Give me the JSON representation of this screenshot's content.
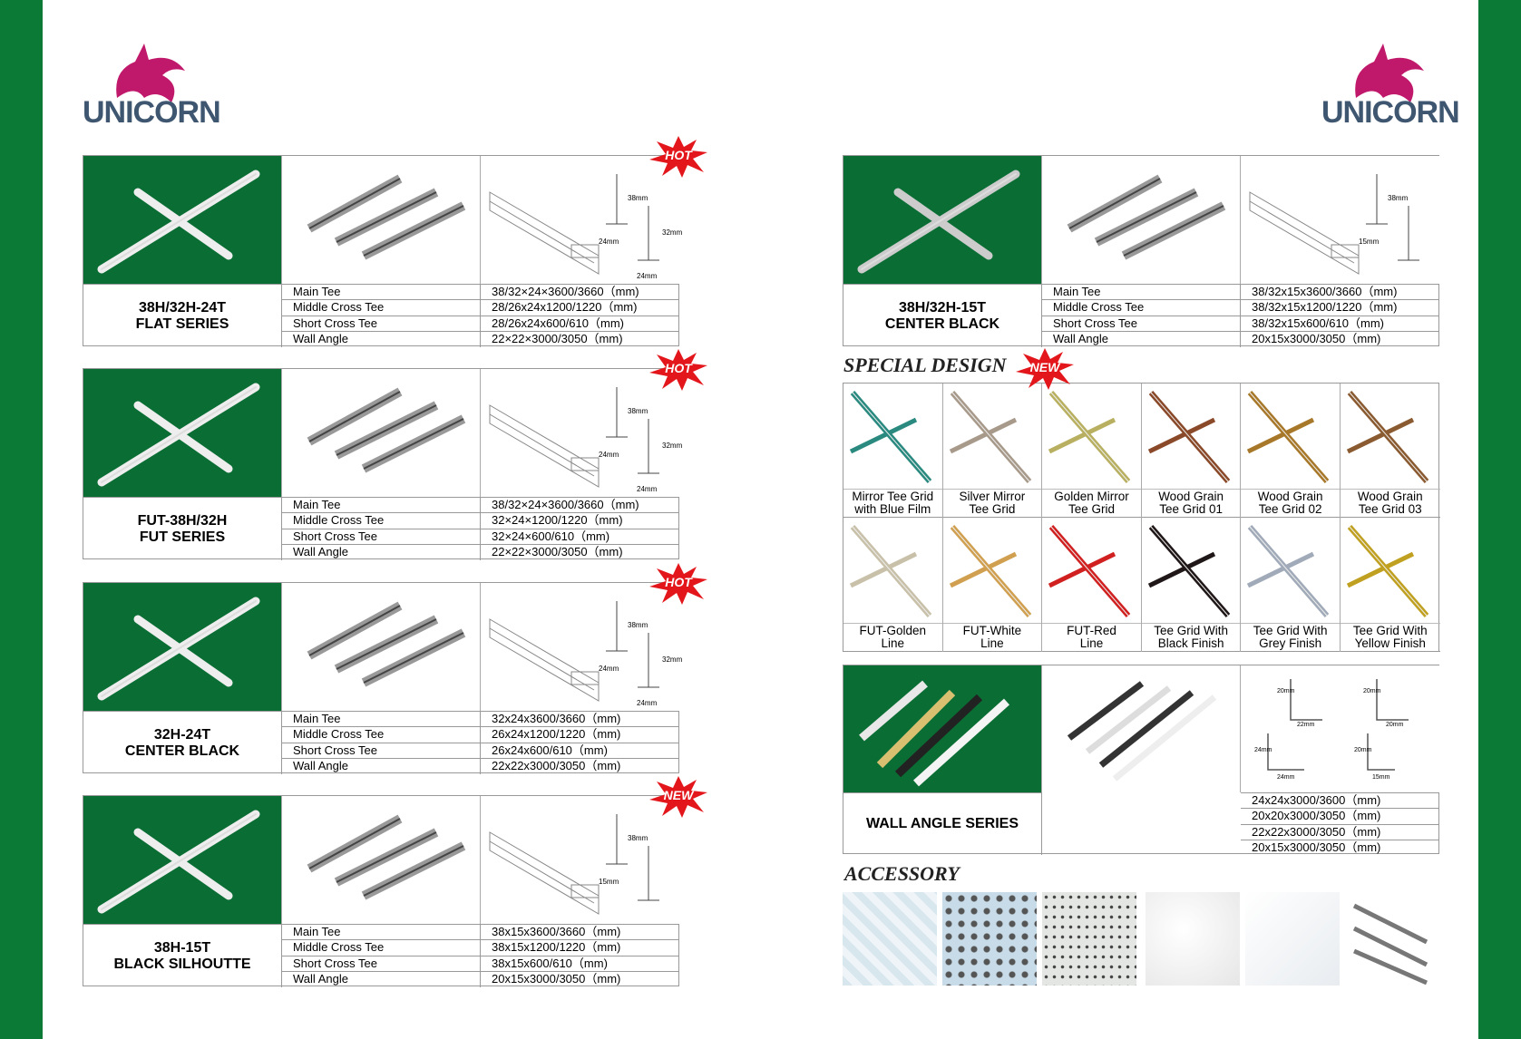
{
  "brand": "UNICORN",
  "colors": {
    "green": "#0a7a36",
    "badge_red": "#e3161b",
    "logo_magenta": "#c0186a",
    "logo_text": "#3e5670"
  },
  "left_blocks": [
    {
      "badge": "HOT",
      "title": [
        "38H/32H-24T",
        "FLAT SERIES"
      ],
      "drawing_labels": [
        "38mm",
        "24mm",
        "32mm",
        "24mm"
      ],
      "rows": [
        [
          "Main Tee",
          "38/32×24×3600/3660（mm)"
        ],
        [
          "Middle Cross Tee",
          "28/26x24x1200/1220（mm)"
        ],
        [
          "Short Cross Tee",
          "28/26x24x600/610（mm)"
        ],
        [
          "Wall Angle",
          "22×22×3000/3050（mm)"
        ]
      ]
    },
    {
      "badge": "HOT",
      "title": [
        "FUT-38H/32H",
        "FUT SERIES"
      ],
      "drawing_labels": [
        "38mm",
        "24mm",
        "32mm",
        "24mm"
      ],
      "rows": [
        [
          "Main Tee",
          "38/32×24×3600/3660（mm)"
        ],
        [
          "Middle Cross Tee",
          "32×24×1200/1220（mm)"
        ],
        [
          "Short Cross Tee",
          "32×24×600/610（mm)"
        ],
        [
          "Wall Angle",
          "22×22×3000/3050（mm)"
        ]
      ]
    },
    {
      "badge": "HOT",
      "title": [
        "32H-24T",
        "CENTER BLACK"
      ],
      "drawing_labels": [
        "38mm",
        "24mm",
        "32mm",
        "24mm"
      ],
      "rows": [
        [
          "Main Tee",
          "32x24x3600/3660（mm)"
        ],
        [
          "Middle Cross Tee",
          "26x24x1200/1220（mm)"
        ],
        [
          "Short Cross Tee",
          "26x24x600/610（mm)"
        ],
        [
          "Wall Angle",
          "22x22x3000/3050（mm)"
        ]
      ]
    },
    {
      "badge": "NEW",
      "title": [
        "38H-15T",
        "BLACK SILHOUTTE"
      ],
      "drawing_labels": [
        "38mm",
        "15mm"
      ],
      "rows": [
        [
          "Main Tee",
          "38x15x3600/3660（mm)"
        ],
        [
          "Middle Cross Tee",
          "38x15x1200/1220（mm)"
        ],
        [
          "Short Cross Tee",
          "38x15x600/610（mm)"
        ],
        [
          "Wall Angle",
          "20x15x3000/3050（mm)"
        ]
      ]
    }
  ],
  "right_block": {
    "title": [
      "38H/32H-15T",
      "CENTER BLACK"
    ],
    "drawing_labels": [
      "38mm",
      "15mm"
    ],
    "rows": [
      [
        "Main Tee",
        "38/32x15x3600/3660（mm)"
      ],
      [
        "Middle Cross Tee",
        "38/32x15x1200/1220（mm)"
      ],
      [
        "Short Cross Tee",
        "38/32x15x600/610（mm)"
      ],
      [
        "Wall Angle",
        "20x15x3000/3050（mm)"
      ]
    ]
  },
  "special_design": {
    "heading": "SPECIAL DESIGN",
    "badge": "NEW",
    "items": [
      {
        "label": [
          "Mirror Tee Grid",
          "with Blue Film"
        ],
        "color": "#2a8a80"
      },
      {
        "label": [
          "Silver Mirror",
          "Tee Grid"
        ],
        "color": "#a89a8a"
      },
      {
        "label": [
          "Golden Mirror",
          "Tee Grid"
        ],
        "color": "#b8b060"
      },
      {
        "label": [
          "Wood Grain",
          "Tee Grid 01"
        ],
        "color": "#8a4a2a"
      },
      {
        "label": [
          "Wood Grain",
          "Tee Grid 02"
        ],
        "color": "#a8782a"
      },
      {
        "label": [
          "Wood Grain",
          "Tee Grid 03"
        ],
        "color": "#8a5a30"
      },
      {
        "label": [
          "FUT-Golden",
          "Line"
        ],
        "color": "#c8c0a8"
      },
      {
        "label": [
          "FUT-White",
          "Line"
        ],
        "color": "#d0a050"
      },
      {
        "label": [
          "FUT-Red",
          "Line"
        ],
        "color": "#d02020"
      },
      {
        "label": [
          "Tee Grid With",
          "Black Finish"
        ],
        "color": "#201818"
      },
      {
        "label": [
          "Tee Grid With",
          "Grey Finish"
        ],
        "color": "#a0aab8"
      },
      {
        "label": [
          "Tee Grid With",
          "Yellow Finish"
        ],
        "color": "#c0a020"
      }
    ]
  },
  "wall_angle": {
    "title": "WALL ANGLE SERIES",
    "drawing_labels": [
      "20mm",
      "22mm",
      "20mm",
      "20mm",
      "24mm",
      "24mm",
      "20mm",
      "15mm"
    ],
    "rows": [
      "24x24x3000/3600（mm)",
      "20x20x3000/3050（mm)",
      "22x22x3000/3050（mm)",
      "20x15x3000/3050（mm)"
    ]
  },
  "accessory": {
    "heading": "ACCESSORY"
  }
}
